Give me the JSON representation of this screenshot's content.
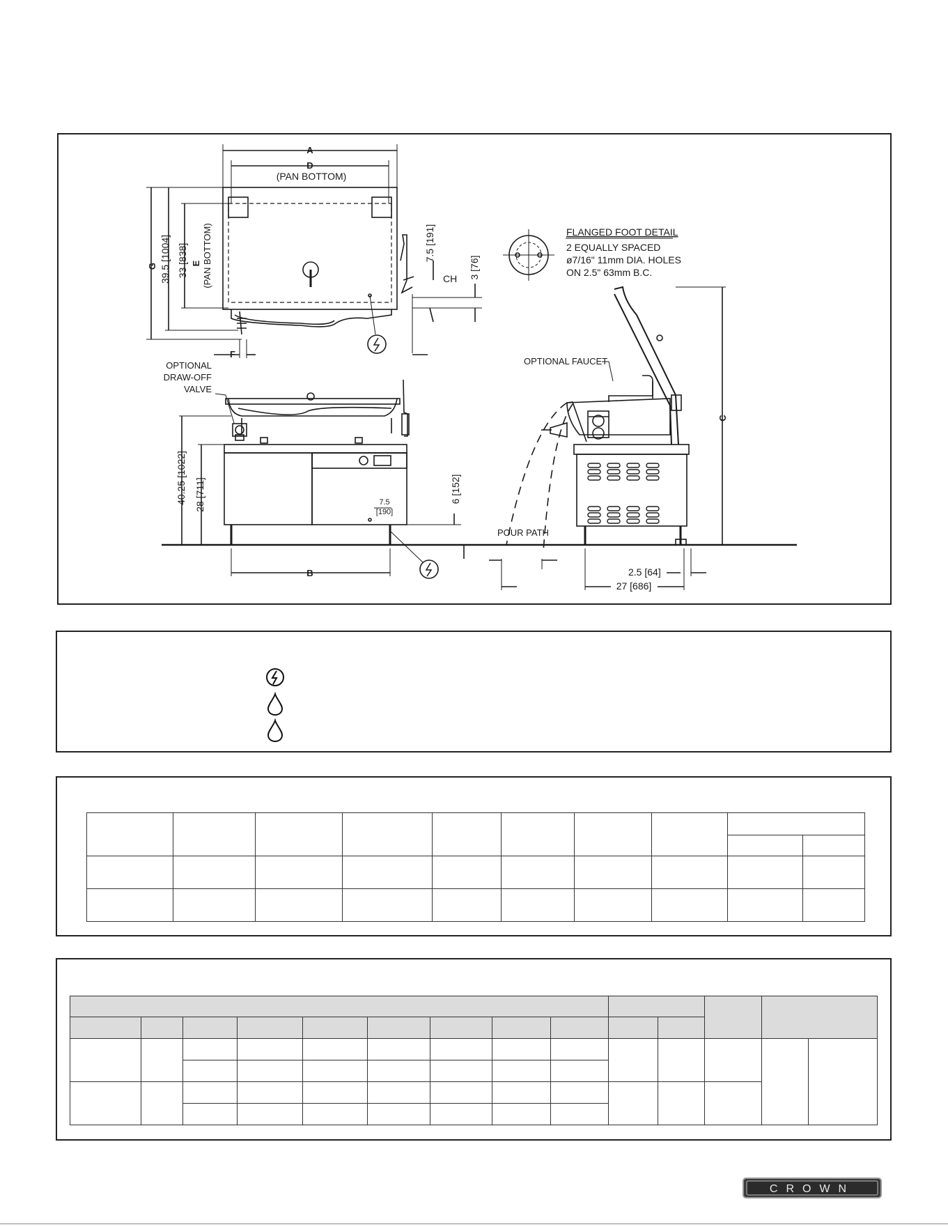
{
  "drawing": {
    "dim_a": "A",
    "dim_b": "B",
    "dim_c": "C",
    "dim_d": "D",
    "dim_e": "E",
    "dim_f": "F",
    "dim_g": "G",
    "pan_bottom_top": "(PAN BOTTOM)",
    "pan_bottom_side": "(PAN BOTTOM)",
    "dim_39_5": "39.5 [1004]",
    "dim_33": "33 [838]",
    "dim_7_5_191": "7.5 [191]",
    "dim_3_76": "3 [76]",
    "dim_40_25": "40.25 [1022]",
    "dim_28": "28 [711]",
    "dim_7_5": "7.5",
    "dim_190": "[190]",
    "dim_6_152": "6 [152]",
    "dim_2_5": "2.5 [64]",
    "dim_27": "27 [686]",
    "optional_drawoff": [
      "OPTIONAL",
      "DRAW-OFF",
      "VALVE"
    ],
    "optional_faucet": "OPTIONAL FAUCET",
    "pour_path": "POUR PATH",
    "cold_hot": "CH",
    "flanged_title": "FLANGED FOOT DETAIL",
    "flanged_lines": [
      "2 EQUALLY SPACED",
      "ø7/16\" 11mm DIA. HOLES",
      "ON 2.5\" 63mm B.C."
    ]
  },
  "legend": {
    "icons": [
      "electrical-connection-icon",
      "cold-water-icon",
      "hot-water-icon"
    ]
  },
  "brand": {
    "logo_text": "CROWN"
  },
  "colors": {
    "line": "#1a1a1a",
    "header_fill": "#dcdcdc"
  }
}
